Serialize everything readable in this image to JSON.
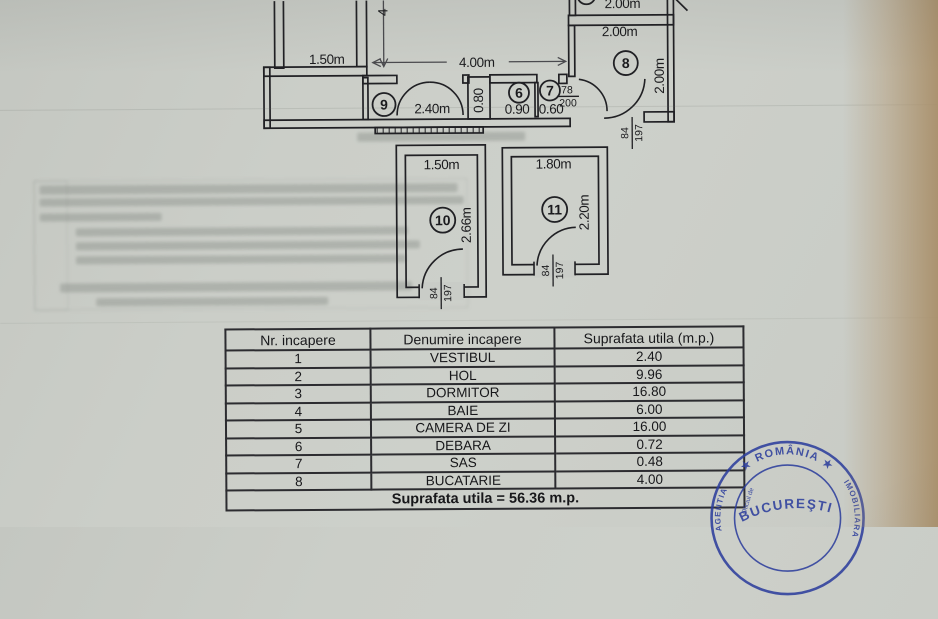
{
  "plan": {
    "left_room_width": "1.50m",
    "vertical_dim": "4",
    "width_dim": "4.00m",
    "hall_num": "9",
    "hall_width": "2.40m",
    "hall_opening": "0.80",
    "room6_num": "6",
    "room6_width": "0.90",
    "room7_num": "7",
    "room7_width": "0.60",
    "door78_num": "78",
    "door78_den": "200",
    "room8_num": "8",
    "room8_width": "2.00m",
    "room8_height": "2.00m",
    "upper_room_width": "2.00m",
    "door84_num": "84",
    "door84_den": "197",
    "room10_num": "10",
    "room10_width": "1.50m",
    "room10_height": "2.66m",
    "room11_num": "11",
    "room11_width": "1.80m",
    "room11_height": "2.20m"
  },
  "table": {
    "headers": [
      "Nr. incapere",
      "Denumire incapere",
      "Suprafata utila (m.p.)"
    ],
    "rows": [
      [
        "1",
        "VESTIBUL",
        "2.40"
      ],
      [
        "2",
        "HOL",
        "9.96"
      ],
      [
        "3",
        "DORMITOR",
        "16.80"
      ],
      [
        "4",
        "BAIE",
        "6.00"
      ],
      [
        "5",
        "CAMERA DE ZI",
        "16.00"
      ],
      [
        "6",
        "DEBARA",
        "0.72"
      ],
      [
        "7",
        "SAS",
        "0.48"
      ],
      [
        "8",
        "BUCATARIE",
        "4.00"
      ]
    ],
    "footer": "Suprafata utila = 56.36 m.p."
  },
  "stamp": {
    "top_arc": "★ ROMÂNIA ★",
    "city": "BUCUREŞTI",
    "left_arc": "AGENTIA",
    "right_arc": "IMOBILIARA",
    "small_text": "Oficiul de"
  },
  "colors": {
    "paper": "#c9ccc7",
    "ink": "#202024",
    "stamp_blue": "#2e3f9d"
  }
}
